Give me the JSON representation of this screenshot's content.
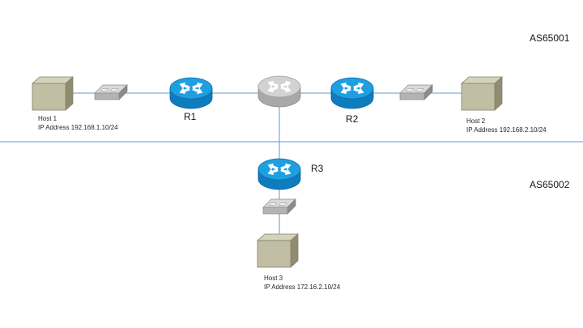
{
  "as_labels": {
    "top": "AS65001",
    "bottom": "AS65002"
  },
  "routers": {
    "r1": "R1",
    "r2": "R2",
    "r3": "R3"
  },
  "hosts": [
    {
      "name": "Host 1",
      "ip": "IP Address 192.168.1.10/24"
    },
    {
      "name": "Host 2",
      "ip": "IP Address 192.168.2.10/24"
    },
    {
      "name": "Host 3",
      "ip": "IP Address 172.16.2.10/24"
    }
  ],
  "colors": {
    "link": "#5B9BD5",
    "boundary": "#5B9BD5",
    "router_top": "#1E9FE0",
    "router_body": "#0E7CBF",
    "neutral_router_top": "#D2D2D2",
    "neutral_router_body": "#A8A8A8",
    "host_front": "#C1BEA3",
    "host_top": "#D6D3BC",
    "host_side": "#8F8C72",
    "switch_top": "#D9D9D9",
    "switch_front": "#B3B3B3",
    "switch_side": "#8C8C8C",
    "text": "#262626"
  }
}
